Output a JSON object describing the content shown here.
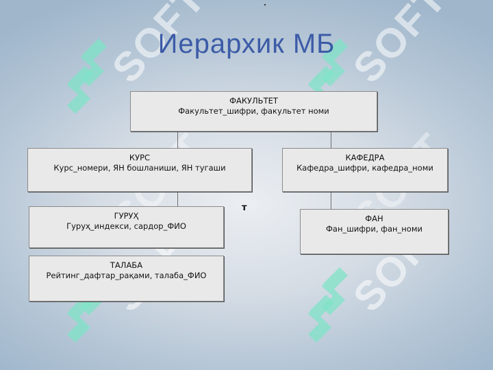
{
  "slide": {
    "title": "Иерархик МБ",
    "watermark_text": "SOFT",
    "marker": "т"
  },
  "nodes": {
    "faculty": {
      "name": "ФАКУЛЬТЕТ",
      "fields": "Факультет_шифри, факультет номи"
    },
    "course": {
      "name": "КУРС",
      "fields": "Курс_номери, ЯН бошланиши, ЯН тугаши"
    },
    "department": {
      "name": "КАФЕДРА",
      "fields": "Кафедра_шифри, кафедра_номи"
    },
    "group": {
      "name": "ГУРУҲ",
      "fields": "Гуруҳ_индекси, сардор_ФИО"
    },
    "subject": {
      "name": "ФАН",
      "fields": "Фан_шифри, фан_номи"
    },
    "student": {
      "name": "ТАЛАБА",
      "fields": "Рейтинг_дафтар_рақами, талаба_ФИО"
    }
  },
  "colors": {
    "title": "#3c5ba7",
    "box_fill": "#e9e9e9",
    "box_border": "#8a8a8a",
    "watermark": "#7fe3c7"
  }
}
